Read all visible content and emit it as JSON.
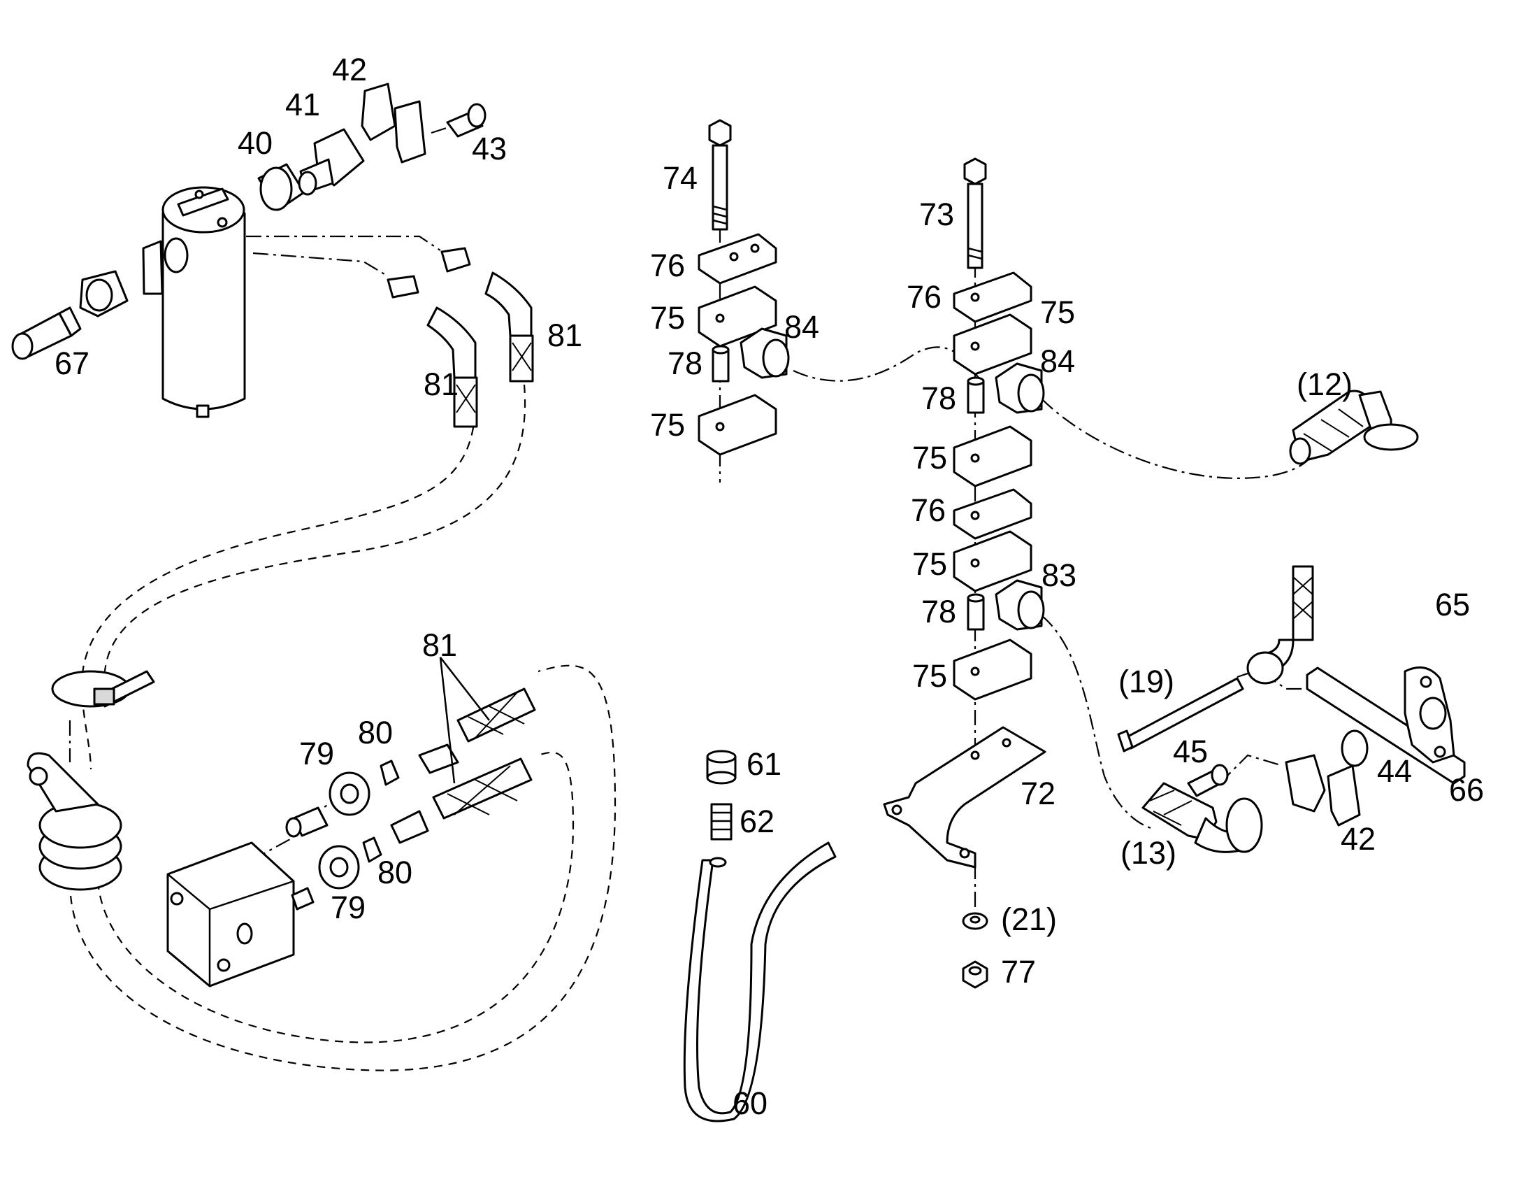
{
  "labels": {
    "p40": "40",
    "p41": "41",
    "p42a": "42",
    "p43": "43",
    "p67": "67",
    "p81a": "81",
    "p81b": "81",
    "p81c": "81",
    "p74": "74",
    "p76a": "76",
    "p75a": "75",
    "p84a": "84",
    "p78a": "78",
    "p75b": "75",
    "p73": "73",
    "p76b": "76",
    "p75c": "75",
    "p84b": "84",
    "p78b": "78",
    "p75d": "75",
    "p76c": "76",
    "p75e": "75",
    "p83": "83",
    "p78c": "78",
    "p75f": "75",
    "p12": "(12)",
    "p65": "65",
    "p19": "(19)",
    "p45": "45",
    "p44": "44",
    "p66": "66",
    "p42b": "42",
    "p13": "(13)",
    "p72": "72",
    "p21": "(21)",
    "p77": "77",
    "p61": "61",
    "p62": "62",
    "p60": "60",
    "p79a": "79",
    "p80a": "80",
    "p79b": "79",
    "p80b": "80"
  },
  "colors": {
    "line": "#000000",
    "background": "#ffffff",
    "shade": "#d9d9d9"
  }
}
